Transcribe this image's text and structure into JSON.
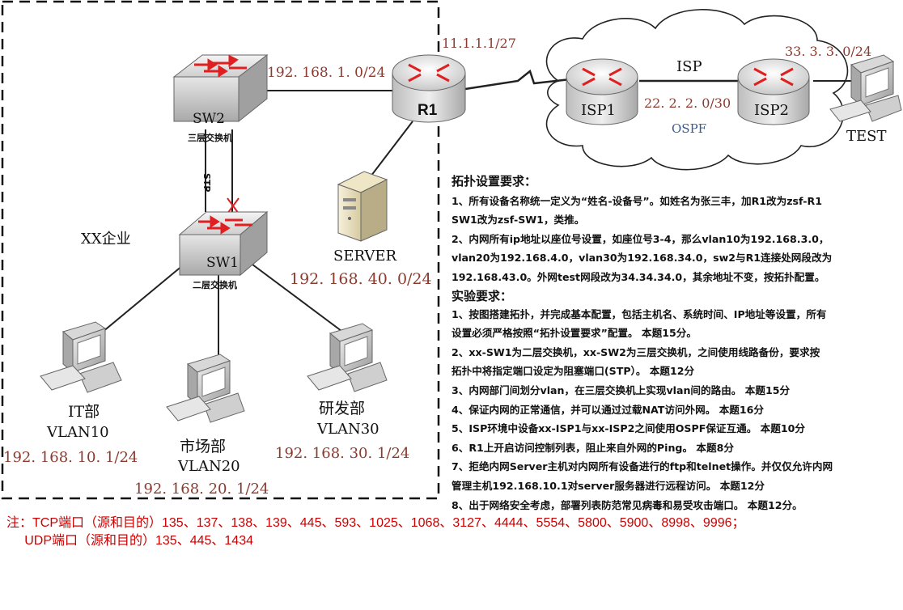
{
  "network": {
    "enterprise_label": "XX企业",
    "r1": {
      "name": "R1",
      "lan_subnet": "192. 168. 1. 0/24",
      "wan_ip": "11.1.1.1/27"
    },
    "sw2": {
      "name": "SW2",
      "type": "三层交换机"
    },
    "sw1": {
      "name": "SW1",
      "type": "二层交换机"
    },
    "stp_label": "STP",
    "server": {
      "name": "SERVER",
      "subnet": "192. 168. 40. 0/24"
    },
    "isp": {
      "cloud_label": "ISP",
      "isp1": "ISP1",
      "isp2": "ISP2",
      "link_subnet": "22. 2. 2. 0/30",
      "protocol": "OSPF",
      "test_subnet": "33. 3. 3. 0/24"
    },
    "test": {
      "name": "TEST"
    },
    "hosts": [
      {
        "dept": "IT部",
        "vlan": "VLAN10",
        "subnet": "192. 168. 10. 1/24"
      },
      {
        "dept": "市场部",
        "vlan": "VLAN20",
        "subnet": "192. 168. 20. 1/24"
      },
      {
        "dept": "研发部",
        "vlan": "VLAN30",
        "subnet": "192. 168. 30. 1/24"
      }
    ]
  },
  "requirements": {
    "topology_title": "拓扑设置要求：",
    "topology_lines": [
      "1、所有设备名称统一定义为“姓名-设备号”。如姓名为张三丰，加R1改为zsf-R1",
      "SW1改为zsf-SW1，类推。",
      "2、内网所有ip地址以座位号设置，如座位号3-4，那么vlan10为192.168.3.0，",
      "vlan20为192.168.4.0，vlan30为192.168.34.0，sw2与R1连接处网段改为",
      "192.168.43.0。外网test网段改为34.34.34.0，其余地址不变，按拓扑配置。"
    ],
    "experiment_title": "实验要求：",
    "experiment_lines": [
      "1、按图搭建拓扑，并完成基本配置，包括主机名、系统时间、IP地址等设置，所有",
      "设置必须严格按照“拓扑设置要求”配置。      本题15分。",
      "2、xx-SW1为二层交换机，xx-SW2为三层交换机，之间使用线路备份，要求按",
      "拓扑中将指定端口设定为阻塞端口(STP）。      本题12分",
      "3、内网部门间划分vlan，在三层交换机上实现vlan间的路由。    本题15分",
      "4、保证内网的正常通信，并可以通过过载NAT访问外网。        本题16分",
      "5、ISP环境中设备xx-ISP1与xx-ISP2之间使用OSPF保证互通。   本题10分",
      "6、R1上开启访问控制列表，阻止来自外网的Ping。      本题8分",
      "7、拒绝内网Server主机对内网所有设备进行的ftp和telnet操作。并仅仅允许内网",
      "管理主机192.168.10.1对server服务器进行远程访问。    本题12分",
      "8、出于网络安全考虑，部署列表防范常见病毒和易受攻击端口。   本题12分。"
    ]
  },
  "note": {
    "line1": "注：TCP端口（源和目的）135、137、138、139、445、593、1025、1068、3127、4444、5554、5800、5900、8998、9996；",
    "line2": "     UDP端口（源和目的）135、445、1434"
  },
  "colors": {
    "label_brown": "#8b3a2e",
    "note_red": "#cc0000",
    "ospf_blue": "#3a5a8c",
    "device_arrow_red": "#e02020"
  }
}
